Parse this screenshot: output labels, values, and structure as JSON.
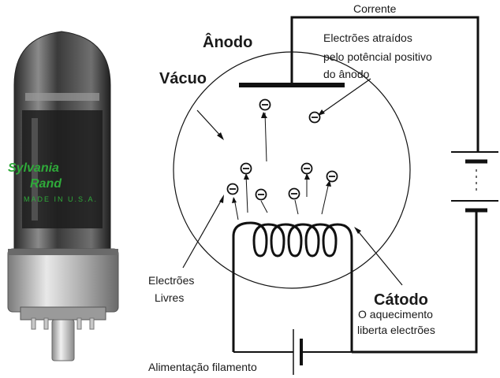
{
  "labels": {
    "corrente": "Corrente",
    "anodo": "Ânodo",
    "vacuo": "Vácuo",
    "electroes_atraidos": [
      "Electrões atraídos",
      "pelo potêncial positivo",
      "do ânodo"
    ],
    "electroes_livres": [
      "Electrões",
      "Livres"
    ],
    "catodo": "Cátodo",
    "aquecimento": [
      "O aquecimento",
      "liberta electrões"
    ],
    "alimentacao": "Alimentação filamento"
  },
  "tube_print": [
    "Sylvania",
    "Rand",
    "MADE IN U.S.A."
  ],
  "electron_symbol": "−",
  "colors": {
    "line": "#111111",
    "glass": "#6b6b6b",
    "tube_text": "#2faa3a",
    "base_metal": "#b8b8b8"
  }
}
